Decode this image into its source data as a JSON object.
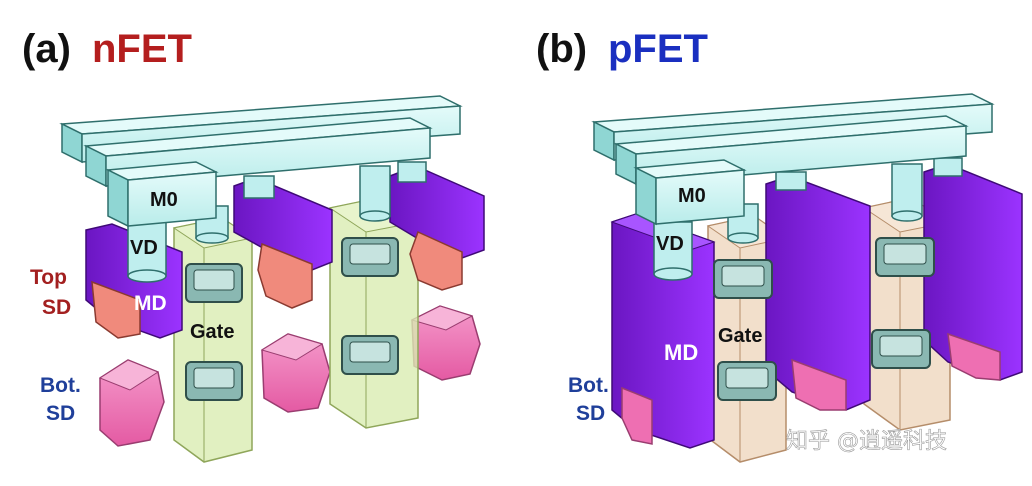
{
  "panel_a": {
    "prefix": "(a)",
    "name": "nFET",
    "labels": {
      "m0": "M0",
      "vd": "VD",
      "md": "MD",
      "gate": "Gate",
      "top_sd_1": "Top",
      "top_sd_2": "SD",
      "bot_sd_1": "Bot.",
      "bot_sd_2": "SD"
    }
  },
  "panel_b": {
    "prefix": "(b)",
    "name": "pFET",
    "labels": {
      "m0": "M0",
      "vd": "VD",
      "md": "MD",
      "gate": "Gate",
      "bot_sd_1": "Bot.",
      "bot_sd_2": "SD"
    }
  },
  "watermark": "知乎 @逍遥科技",
  "colors": {
    "nfet_title": "#b41e1e",
    "pfet_title": "#1a2fc0",
    "top_sd_label": "#a32020",
    "bot_sd_label": "#1f3f9a",
    "m0_fill": "#c9f2f0",
    "m0_top": "#e4fbfa",
    "m0_side": "#8fd6d3",
    "md_fill": "#8a1fe6",
    "md_side": "#5e12a8",
    "top_sd": "#f08a7c",
    "bot_sd": "#ee6fb2",
    "gate_nfet": "#d9ecb2",
    "gate_pfet": "#f0d9c2",
    "channel": "#8ab8b2"
  }
}
